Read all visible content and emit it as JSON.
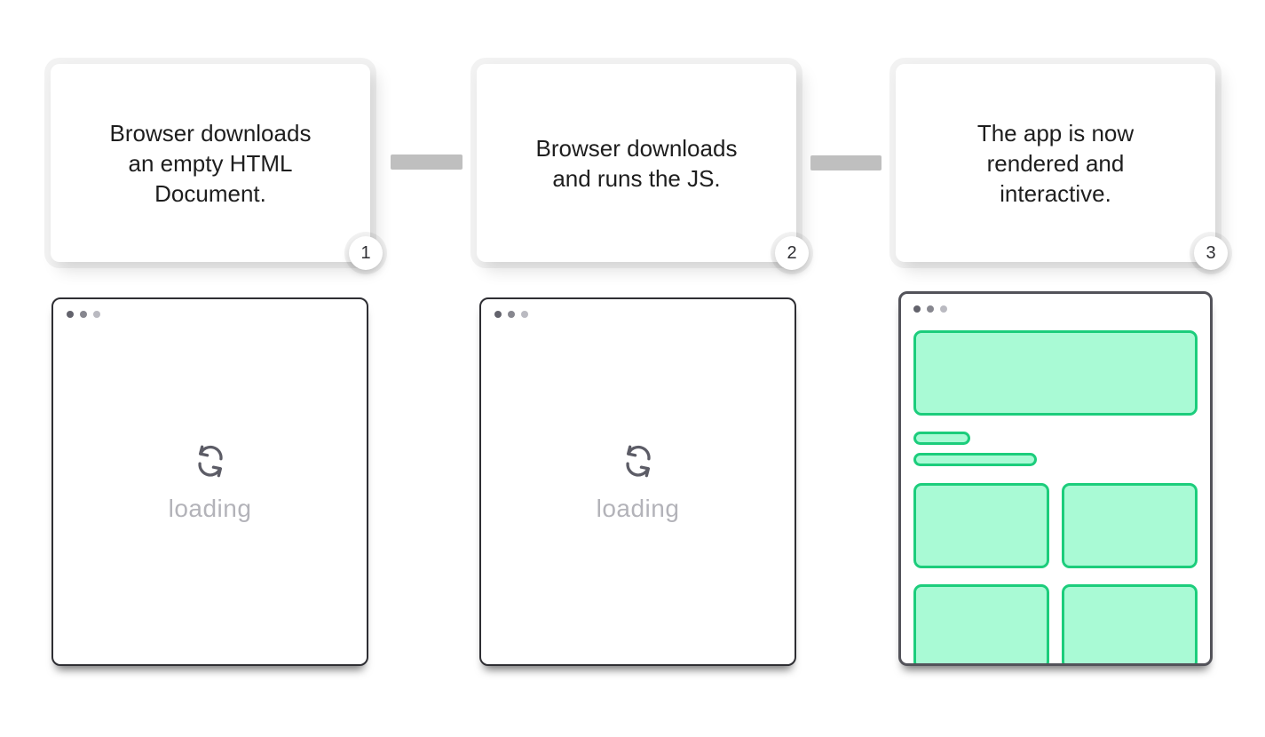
{
  "colors": {
    "green-border": "#1ccd7c",
    "green-fill": "#a9fad5",
    "connector-gray": "#bfbfbf",
    "window-border-dark": "#2e2e33",
    "window-border-gray": "#53535a",
    "icon-gray": "#5c5c66",
    "loading-text": "#b3b3b9",
    "dot-dark": "#63636c",
    "dot-medium": "#87878f",
    "dot-light": "#babac1",
    "card-text": "#1e1e1e"
  },
  "steps": [
    {
      "number": "1",
      "description": "Browser downloads\nan empty HTML\nDocument.",
      "window": {
        "type": "loading",
        "loading_label": "loading"
      }
    },
    {
      "number": "2",
      "description": "Browser downloads\nand runs the JS.",
      "window": {
        "type": "loading",
        "loading_label": "loading"
      }
    },
    {
      "number": "3",
      "description": "The app is now\nrendered and\ninteractive.",
      "window": {
        "type": "rendered"
      }
    }
  ]
}
